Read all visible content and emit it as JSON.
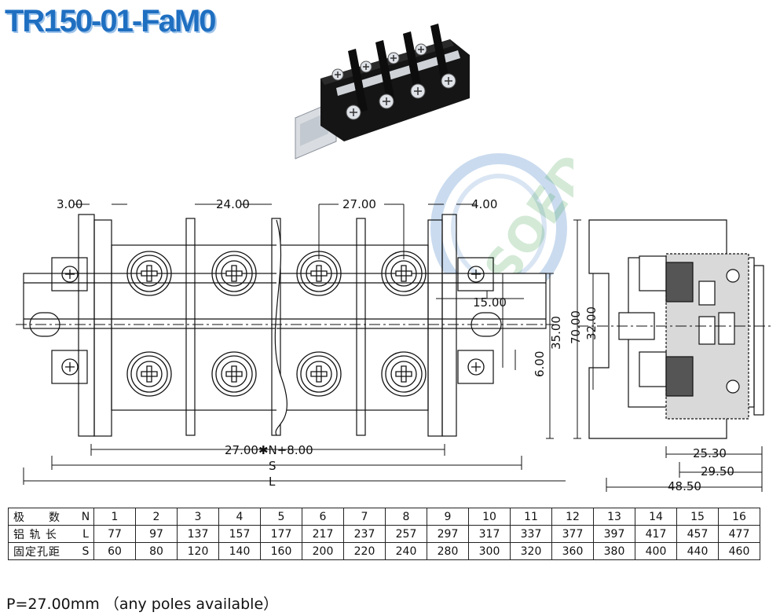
{
  "title": "TR150-01-FaM0",
  "front_dims": {
    "d1": "3.00",
    "d2": "24.00",
    "d3": "27.00",
    "d4": "4.00",
    "d5": "15.00",
    "d6": "35.00",
    "d7": "6.00",
    "d8": "27.00✱N+8.00",
    "d9": "S",
    "d10": "L"
  },
  "side_dims": {
    "h1": "70.00",
    "h2": "32.00",
    "w1": "25.30",
    "w2": "29.50",
    "w3": "48.50"
  },
  "table": {
    "rows": [
      {
        "label": "极　　数",
        "symbol": "N",
        "values": [
          "1",
          "2",
          "3",
          "4",
          "5",
          "6",
          "7",
          "8",
          "9",
          "10",
          "11",
          "12",
          "13",
          "14",
          "15",
          "16"
        ]
      },
      {
        "label": "铝 轨 长",
        "symbol": "L",
        "values": [
          "77",
          "97",
          "137",
          "157",
          "177",
          "217",
          "237",
          "257",
          "297",
          "317",
          "337",
          "377",
          "397",
          "417",
          "457",
          "477"
        ]
      },
      {
        "label": "固定孔距",
        "symbol": "S",
        "values": [
          "60",
          "80",
          "120",
          "140",
          "160",
          "200",
          "220",
          "240",
          "280",
          "300",
          "320",
          "360",
          "380",
          "400",
          "440",
          "460"
        ]
      }
    ]
  },
  "footnote": "P=27.00mm （any poles available）",
  "colors": {
    "title": "#1f6fc1",
    "watermark": "#2d6fbf"
  }
}
